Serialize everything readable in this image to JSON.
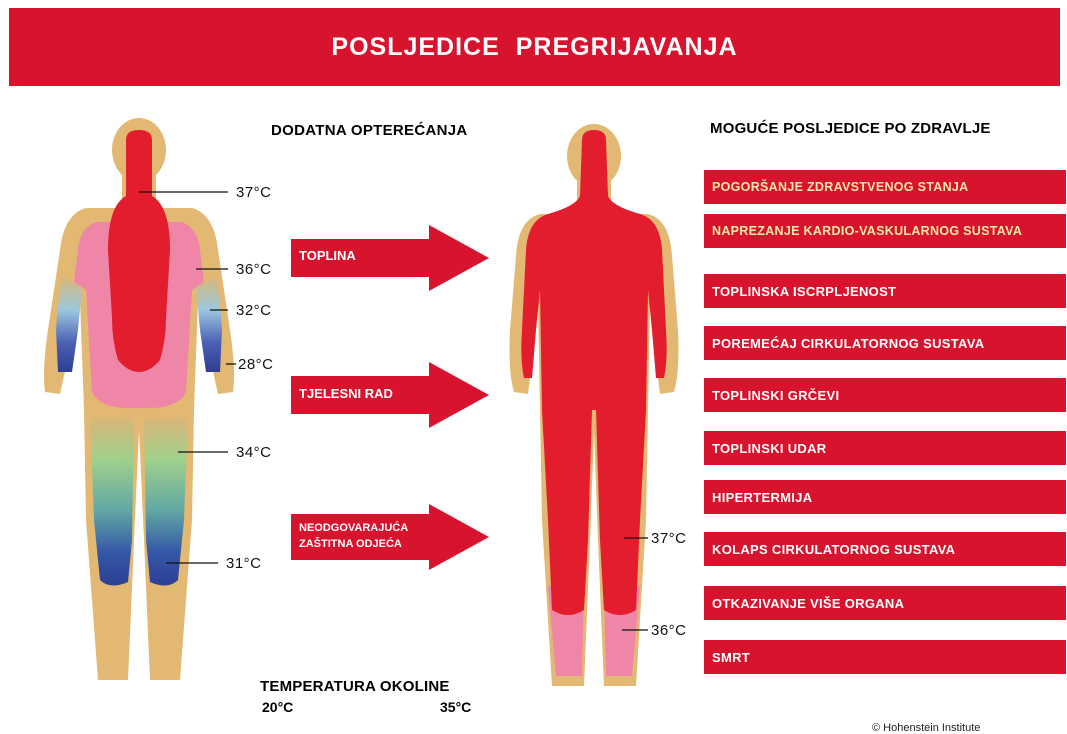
{
  "title": "POSLJEDICE  PREGRIJAVANJA",
  "left_heading": "DODATNA  OPTEREĆANJA",
  "right_heading": "MOGUĆE POSLJEDICE PO ZDRAVLJE",
  "left_body_temps": [
    "37°C",
    "36°C",
    "32°C",
    "28°C",
    "34°C",
    "31°C"
  ],
  "right_body_temps": [
    "37°C",
    "36°C"
  ],
  "stressors": [
    {
      "label": "TOPLINA"
    },
    {
      "label": "TJELESNI RAD"
    },
    {
      "label_line1": "NEODGOVARAJUĆA",
      "label_line2": "ZAŠTITNA ODJEĆA"
    }
  ],
  "consequences": [
    "POGORŠANJE  ZDRAVSTVENOG  STANJA",
    "NAPREZANJE KARDIO-VASKULARNOG SUSTAVA",
    "TOPLINSKA ISCRPLJENOST",
    "POREMEĆAJ CIRKULATORNOG SUSTAVA",
    "TOPLINSKI GRČEVI",
    "TOPLINSKI UDAR",
    "HIPERTERMIJA",
    "KOLAPS CIRKULATORNOG SUSTAVA",
    "OTKAZIVANJE VIŠE ORGANA",
    "SMRT"
  ],
  "ambient": {
    "label": "TEMPERATURA OKOLINE",
    "low": "20°C",
    "high": "35°C"
  },
  "credit": "© Hohenstein Institute",
  "colors": {
    "red": "#d8132e",
    "skin": "#e3b872",
    "pink": "#ef86a7",
    "blue": "#3a4a9e",
    "green": "#8fcf8f"
  }
}
